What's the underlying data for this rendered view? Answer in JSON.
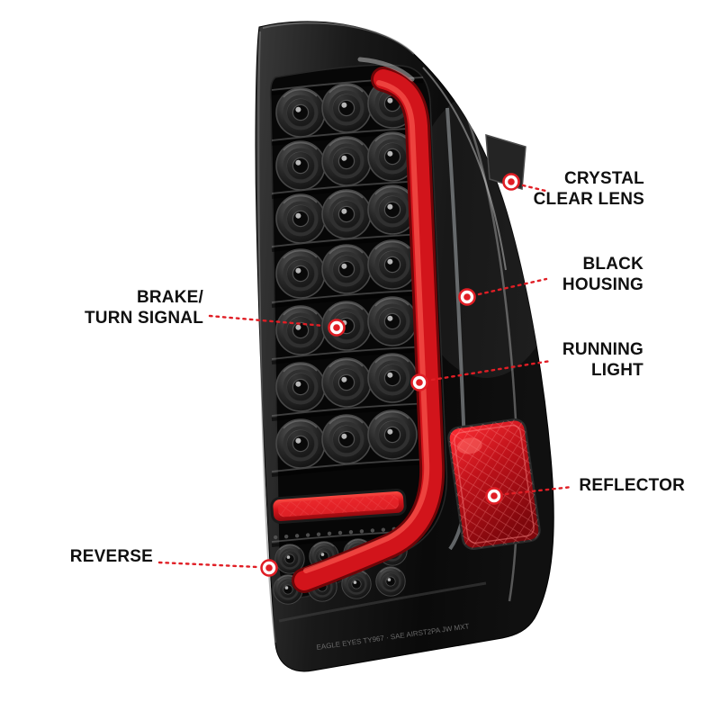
{
  "colors": {
    "callout_red": "#e01e25",
    "light_bar_red": "#d6131a",
    "reflector_red": "#c3151b",
    "housing_black": "#0d0d0d",
    "background": "#ffffff",
    "label_text": "#101010"
  },
  "callouts": {
    "crystal_clear_lens": {
      "line1": "CRYSTAL",
      "line2": "CLEAR LENS"
    },
    "black_housing": {
      "line1": "BLACK",
      "line2": "HOUSING"
    },
    "running_light": {
      "line1": "RUNNING",
      "line2": "LIGHT"
    },
    "reflector": {
      "line1": "REFLECTOR"
    },
    "brake_turn_signal": {
      "line1": "BRAKE/",
      "line2": "TURN SIGNAL"
    },
    "reverse": {
      "line1": "REVERSE"
    }
  },
  "product": {
    "lens_marking": "EAGLE EYES TY967 · SAE AIRST2PA JW MXT"
  }
}
